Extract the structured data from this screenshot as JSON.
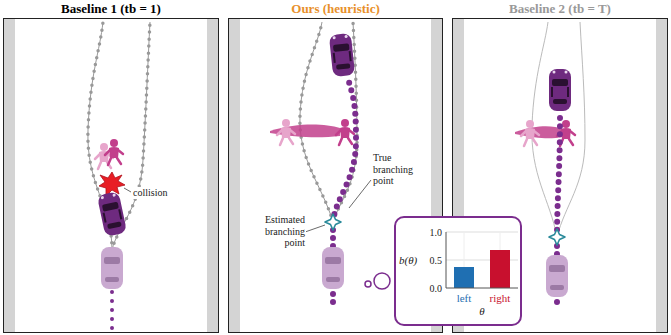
{
  "diagram": {
    "nodes": [
      {
        "text": [
          "Baseline 1 (tb = 1)"
        ]
      },
      {
        "text": [
          "Ours (heuristic)"
        ]
      },
      {
        "text": [
          "Baseline 2 (tb = T)"
        ]
      },
      {
        "text": [
          "1.0",
          "0.5",
          "0.0",
          "b(θ)",
          "left",
          "right",
          "θ"
        ],
        "in": 1
      }
    ],
    "labels": [
      "collision",
      "Estimated branching point",
      "True branching point"
    ]
  }
}
